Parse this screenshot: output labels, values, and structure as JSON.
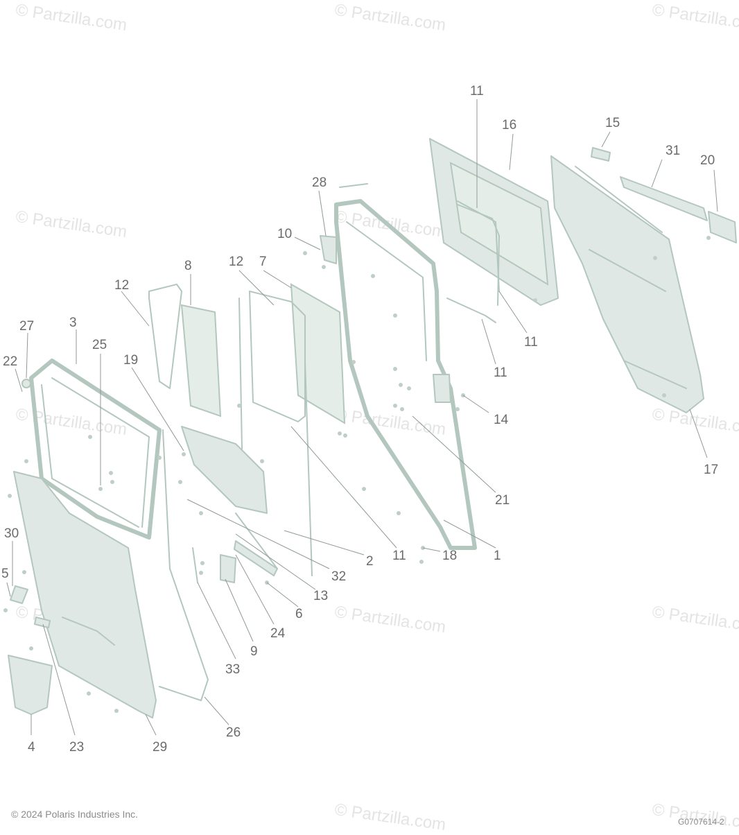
{
  "watermark": {
    "text": "© Partzilla.com"
  },
  "callouts": [
    "1",
    "2",
    "3",
    "4",
    "5",
    "6",
    "7",
    "8",
    "9",
    "10",
    "11",
    "11",
    "11",
    "11",
    "11",
    "12",
    "12",
    "13",
    "14",
    "15",
    "16",
    "17",
    "18",
    "19",
    "20",
    "21",
    "22",
    "23",
    "24",
    "25",
    "26",
    "27",
    "28",
    "29",
    "30",
    "31",
    "32",
    "33"
  ],
  "footer": {
    "copyright": "© 2024 Polaris Industries Inc.",
    "diagram_code": "G0707614-2"
  },
  "colors": {
    "parts": "#b3c7bf",
    "part_fill": "#dfe8e4",
    "callout_text": "#6b6b6b",
    "watermark": "#e4e4e4"
  }
}
